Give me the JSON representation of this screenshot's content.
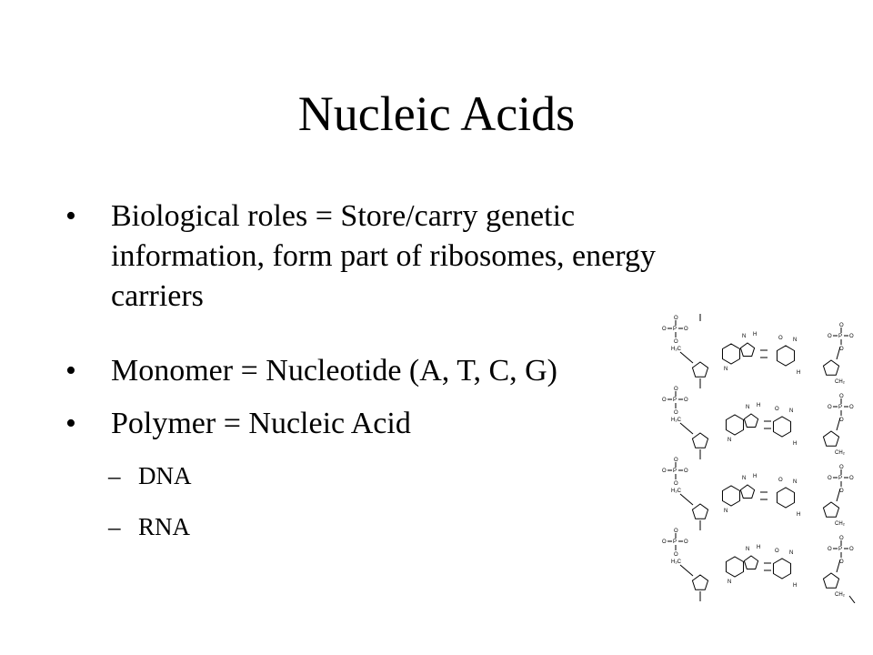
{
  "slide": {
    "title": "Nucleic Acids",
    "bullet_marker": "•",
    "sub_marker": "–",
    "bullets": [
      {
        "lines": [
          "Biological roles = Store/carry genetic",
          "information, form part of ribosomes, energy",
          "carriers"
        ]
      },
      {
        "lines": [
          "Monomer = Nucleotide (A, T, C, G)"
        ]
      },
      {
        "lines": [
          "Polymer = Nucleic Acid"
        ]
      }
    ],
    "sub_bullets": [
      "DNA",
      "RNA"
    ]
  },
  "figure": {
    "labels": {
      "o": "O",
      "n": "N",
      "h": "H",
      "p": "P",
      "hc": "H₂C",
      "ch": "CH₂"
    }
  }
}
